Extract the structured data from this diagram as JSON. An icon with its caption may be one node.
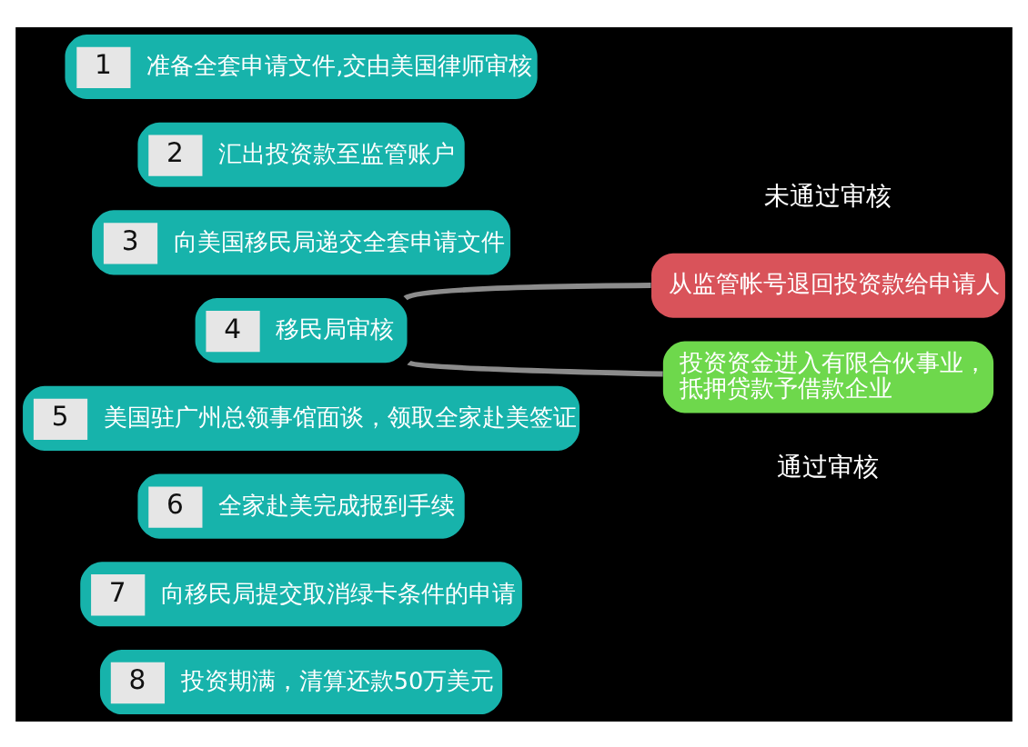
{
  "diagram": {
    "nodes": [
      {
        "text": [
          "1",
          "准备全套申请文件,交由美国律师审核"
        ]
      },
      {
        "text": [
          "2",
          "汇出投资款至监管账户"
        ]
      },
      {
        "text": [
          "3",
          "向美国移民局递交全套申请文件"
        ]
      },
      {
        "text": [
          "4",
          "移民局审核"
        ]
      },
      {
        "text": [
          "从监管帐号退回投资款给申请人"
        ]
      },
      {
        "text": [
          "投资资金进入有限合伙事业，抵押贷款予借款企业"
        ]
      },
      {
        "text": [
          "5",
          "美国驻广州总领事馆面谈，领取全家赴美签证"
        ]
      },
      {
        "text": [
          "6",
          "全家赴美完成报到手续"
        ]
      },
      {
        "text": [
          "7",
          "向移民局提交取消绿卡条件的申请"
        ]
      },
      {
        "text": [
          "8",
          "投资期满，清算还款50万美元"
        ]
      }
    ],
    "edges": [
      {
        "from": 3,
        "to": 4,
        "arrow": "none"
      },
      {
        "from": 3,
        "to": 5,
        "arrow": "none"
      }
    ],
    "labels": [
      "未通过审核",
      "通过审核"
    ]
  }
}
